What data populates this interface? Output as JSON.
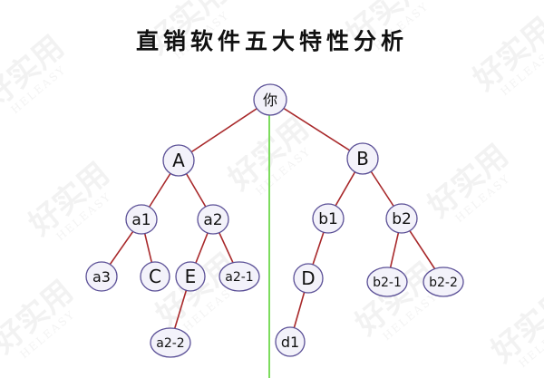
{
  "title": "直销软件五大特性分析",
  "watermark": {
    "brand": "好实用",
    "sub": "HELEASY"
  },
  "colors": {
    "edge": "#a8282a",
    "divider": "#7ddc5e",
    "node_fill": "#f3f2fa",
    "node_stroke": "#5a4f96"
  },
  "nodes": [
    {
      "id": "root",
      "label": "你"
    },
    {
      "id": "A",
      "label": "A"
    },
    {
      "id": "B",
      "label": "B"
    },
    {
      "id": "a1",
      "label": "a1"
    },
    {
      "id": "a2",
      "label": "a2"
    },
    {
      "id": "b1",
      "label": "b1"
    },
    {
      "id": "b2",
      "label": "b2"
    },
    {
      "id": "a3",
      "label": "a3"
    },
    {
      "id": "C",
      "label": "C"
    },
    {
      "id": "E",
      "label": "E"
    },
    {
      "id": "a2-1",
      "label": "a2-1"
    },
    {
      "id": "D",
      "label": "D"
    },
    {
      "id": "b2-1",
      "label": "b2-1"
    },
    {
      "id": "b2-2",
      "label": "b2-2"
    },
    {
      "id": "a2-2",
      "label": "a2-2"
    },
    {
      "id": "d1",
      "label": "d1"
    }
  ],
  "edges": [
    [
      "root",
      "A"
    ],
    [
      "root",
      "B"
    ],
    [
      "A",
      "a1"
    ],
    [
      "A",
      "a2"
    ],
    [
      "B",
      "b1"
    ],
    [
      "B",
      "b2"
    ],
    [
      "a1",
      "a3"
    ],
    [
      "a1",
      "C"
    ],
    [
      "a2",
      "E"
    ],
    [
      "a2",
      "a2-1"
    ],
    [
      "E",
      "a2-2"
    ],
    [
      "b1",
      "D"
    ],
    [
      "D",
      "d1"
    ],
    [
      "b2",
      "b2-1"
    ],
    [
      "b2",
      "b2-2"
    ]
  ]
}
